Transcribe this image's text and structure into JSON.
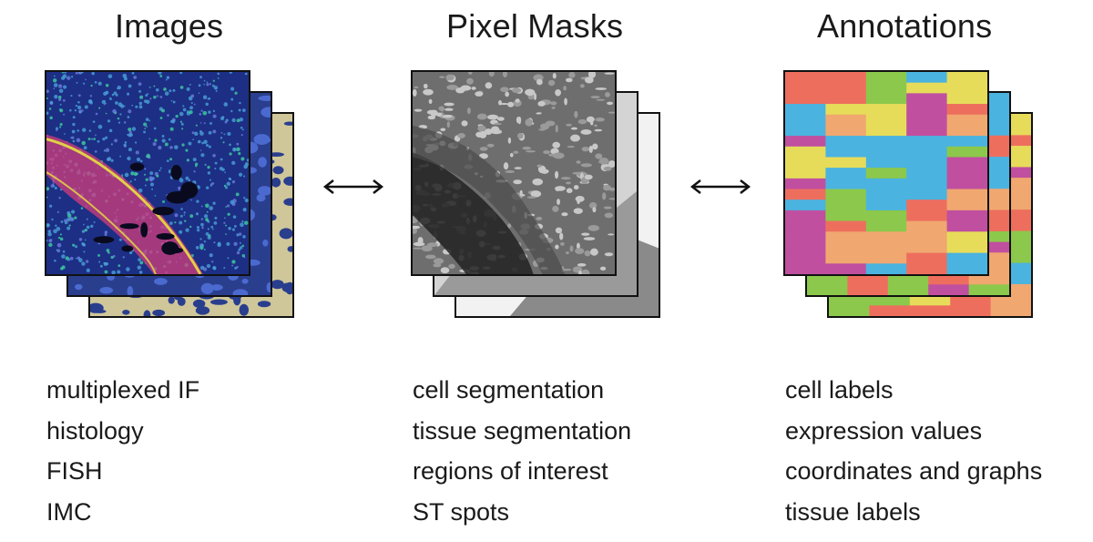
{
  "columns": [
    {
      "title": "Images",
      "items": [
        "multiplexed IF",
        "histology",
        "FISH",
        "IMC"
      ]
    },
    {
      "title": "Pixel Masks",
      "items": [
        "cell segmentation",
        "tissue segmentation",
        "regions of interest",
        "ST spots"
      ]
    },
    {
      "title": "Annotations",
      "items": [
        "cell labels",
        "expression values",
        "coordinates and graphs",
        "tissue labels"
      ]
    }
  ],
  "colors": {
    "image_bg": "#1c2f84",
    "image_spots": "#4aa0d8",
    "image_stroma": "#d23d7c",
    "image_highlight": "#e8e040",
    "mask_bg": "#6e6e6e",
    "mask_light": "#c8c8c8",
    "mask_dark": "#222222",
    "annotation_palette": [
      "#f0a770",
      "#c04fa0",
      "#8cc84b",
      "#4ab3e0",
      "#e6dc5a",
      "#ee6e5e"
    ]
  }
}
